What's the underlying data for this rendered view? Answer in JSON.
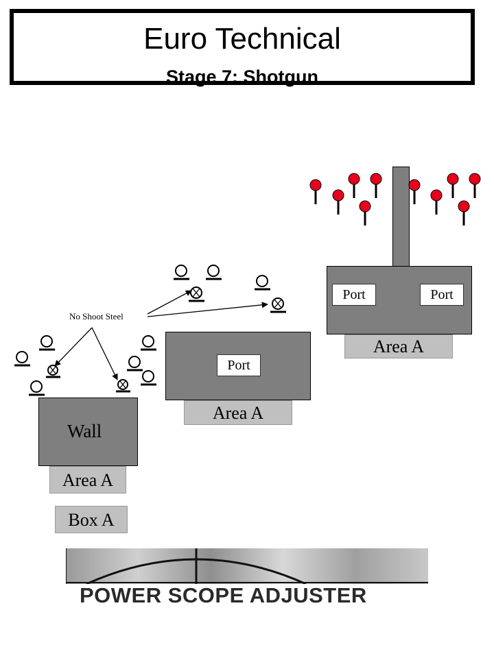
{
  "title": {
    "main": "Euro Technical",
    "sub": "Stage 7: Shotgun"
  },
  "labels": {
    "wall": "Wall",
    "area_a": "Area A",
    "box_a": "Box A",
    "port": "Port",
    "no_shoot": "No Shoot Steel"
  },
  "banner": {
    "text": "POWER SCOPE ADJUSTER"
  },
  "colors": {
    "block": "#7f7f7f",
    "label": "#c0c0c0",
    "popper": "#e8001c",
    "steel": "#000000"
  }
}
